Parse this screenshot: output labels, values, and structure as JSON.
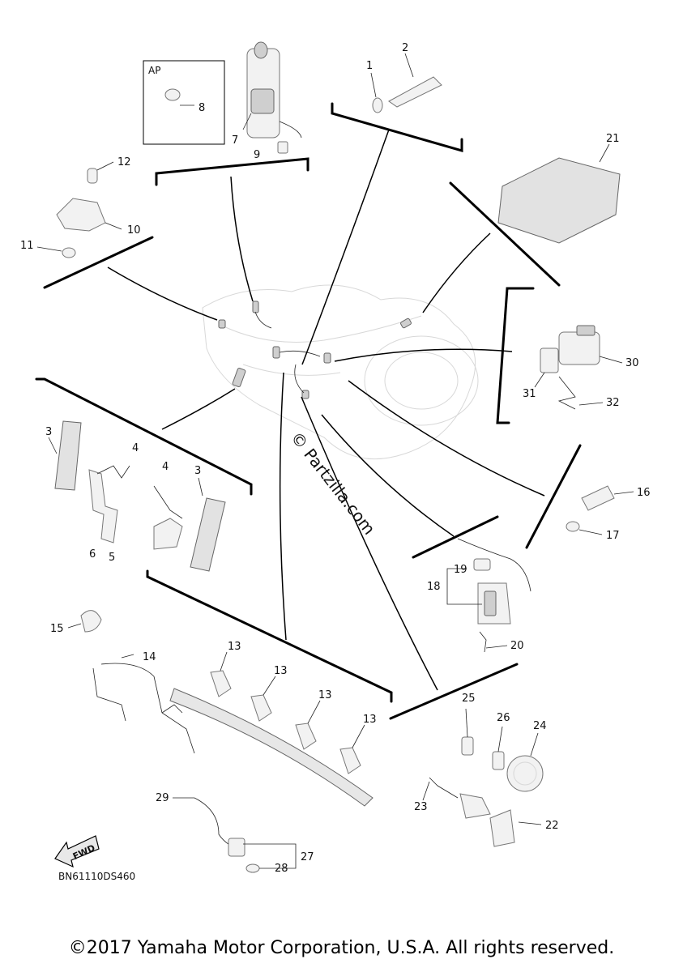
{
  "diagram": {
    "ap_label": "AP",
    "diagram_code": "BN61110DS460",
    "fwd_label": "FWD",
    "watermark": "© Partzilla.com",
    "callouts": {
      "c1": "1",
      "c2": "2",
      "c3a": "3",
      "c3b": "3",
      "c4a": "4",
      "c4b": "4",
      "c5": "5",
      "c6": "6",
      "c7": "7",
      "c8": "8",
      "c9": "9",
      "c10": "10",
      "c11": "11",
      "c12": "12",
      "c13a": "13",
      "c13b": "13",
      "c13c": "13",
      "c13d": "13",
      "c14": "14",
      "c15": "15",
      "c16": "16",
      "c17": "17",
      "c18": "18",
      "c19": "19",
      "c20": "20",
      "c21": "21",
      "c22": "22",
      "c23": "23",
      "c24": "24",
      "c25": "25",
      "c26": "26",
      "c27": "27",
      "c28": "28",
      "c29": "29",
      "c30": "30",
      "c31": "31",
      "c32": "32"
    }
  },
  "footer": {
    "copyright": "©2017 Yamaha Motor Corporation, U.S.A. All rights reserved."
  }
}
